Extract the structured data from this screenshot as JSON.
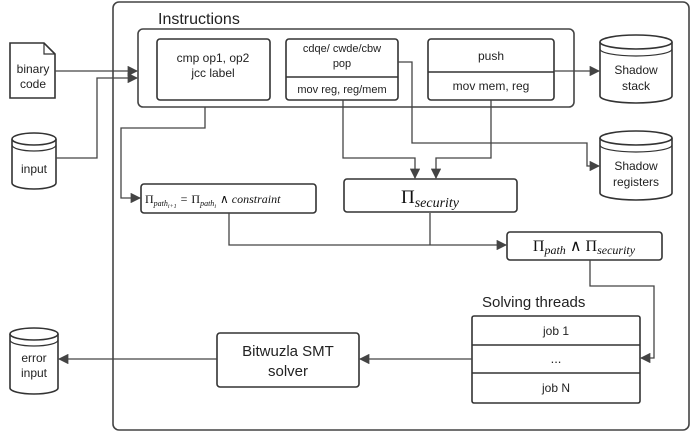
{
  "labels": {
    "instructions": "Instructions",
    "binary_code_1": "binary",
    "binary_code_2": "code",
    "input": "input",
    "error_input_1": "error",
    "error_input_2": "input",
    "shadow_stack_1": "Shadow",
    "shadow_stack_2": "stack",
    "shadow_registers_1": "Shadow",
    "shadow_registers_2": "registers",
    "cmp_1": "cmp op1, op2",
    "cmp_2": "jcc label",
    "cdqe_1": "cdqe/ cwde/cbw",
    "cdqe_2": "pop",
    "mov_reg": "mov reg, reg/mem",
    "push": "push",
    "mov_mem": "mov mem, reg",
    "solving_threads": "Solving threads",
    "job1": "job 1",
    "job_dots": "...",
    "jobN": "job N",
    "solver_1": "Bitwuzla SMT",
    "solver_2": "solver"
  },
  "formulas": {
    "pi": "Π",
    "path_i1": "path",
    "path_i1_sub": "i+1",
    "eq": "=",
    "path_i": "path",
    "path_i_sub": "i",
    "and": "∧",
    "constraint": "constraint",
    "security": "security",
    "path": "path"
  }
}
